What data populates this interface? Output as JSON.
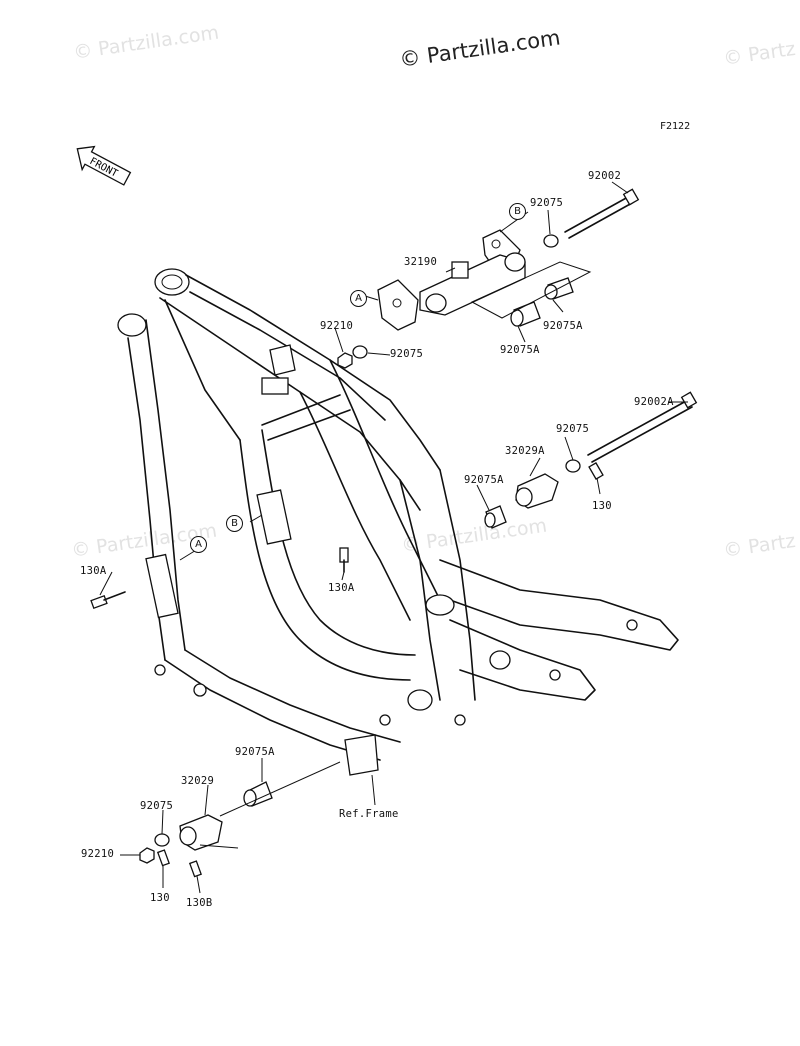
{
  "watermarks": {
    "main": "© Partzilla.com",
    "faint": "© Partzilla.com",
    "faint_right": "© Partz"
  },
  "figure_code": "F2122",
  "front_arrow": "FRONT",
  "ref_letters": {
    "a": "A",
    "b": "B"
  },
  "labels": {
    "p92002": "92002",
    "p92075_top": "92075",
    "p32190": "32190",
    "p92210_top": "92210",
    "p92075_mid": "92075",
    "p92075A_r": "92075A",
    "p92075A_mid": "92075A",
    "p92002A": "92002A",
    "p92075_r2": "92075",
    "p32029A": "32029A",
    "p92075A_r2": "92075A",
    "p130_r": "130",
    "p130A_left": "130A",
    "p130A_mid": "130A",
    "p92075A_bot": "92075A",
    "p32029": "32029",
    "p92075_bot": "92075",
    "p92210_bot": "92210",
    "p130_bot": "130",
    "p130B": "130B",
    "ref_frame": "Ref.Frame"
  }
}
